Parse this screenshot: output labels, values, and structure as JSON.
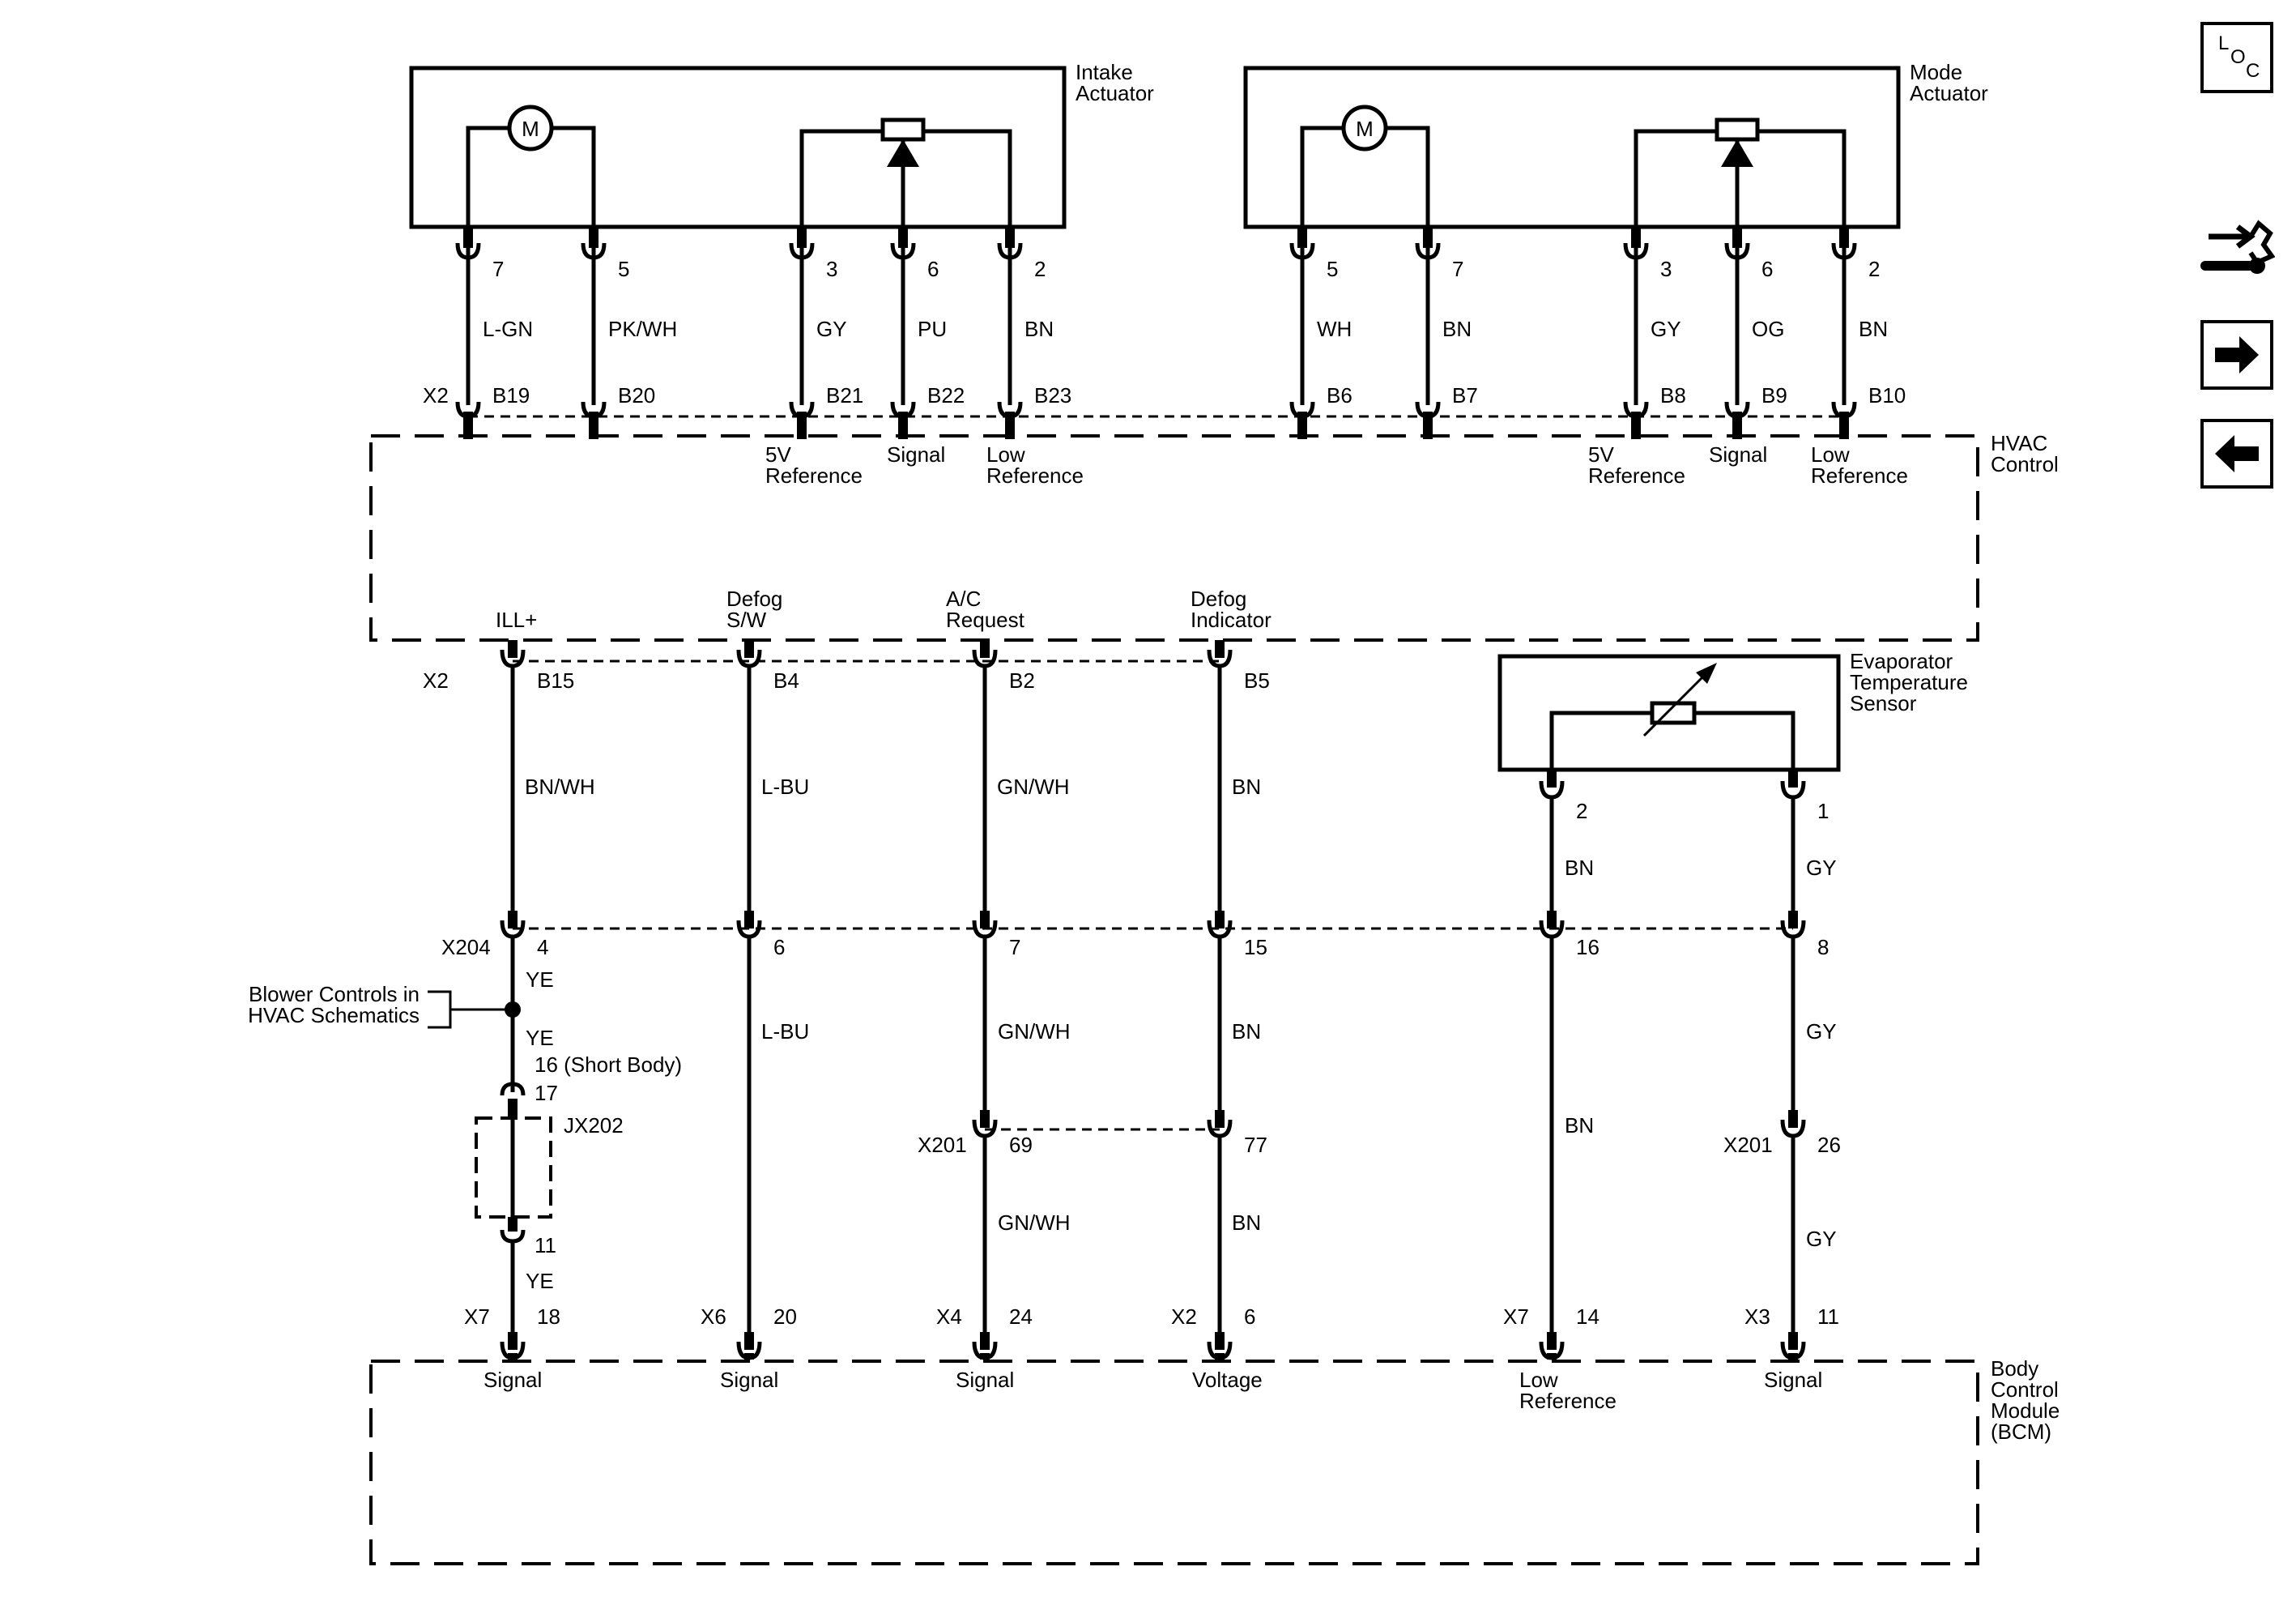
{
  "components": {
    "intake_actuator": "Intake\nActuator",
    "mode_actuator": "Mode\nActuator",
    "hvac_control": "HVAC\nControl",
    "evap_sensor": "Evaporator\nTemperature\nSensor",
    "bcm": "Body\nControl\nModule\n(BCM)",
    "motor_symbol": "M"
  },
  "intake_pins": [
    "7",
    "5",
    "3",
    "6",
    "2"
  ],
  "intake_wires": [
    "L-GN",
    "PK/WH",
    "GY",
    "PU",
    "BN"
  ],
  "intake_hvac_pins": [
    "B19",
    "B20",
    "B21",
    "B22",
    "B23"
  ],
  "mode_pins": [
    "5",
    "7",
    "3",
    "6",
    "2"
  ],
  "mode_wires": [
    "WH",
    "BN",
    "GY",
    "OG",
    "BN"
  ],
  "mode_hvac_pins": [
    "B6",
    "B7",
    "B8",
    "B9",
    "B10"
  ],
  "hvac_top_connector": "X2",
  "hvac_top_labels": [
    "5V\nReference",
    "Signal",
    "Low\nReference",
    "5V\nReference",
    "Signal",
    "Low\nReference"
  ],
  "hvac_bottom_labels": [
    "ILL+",
    "Defog\nS/W",
    "A/C\nRequest",
    "Defog\nIndicator"
  ],
  "hvac_bottom_connector": "X2",
  "hvac_bottom_pins": [
    "B15",
    "B4",
    "B2",
    "B5"
  ],
  "upper_wires": [
    "BN/WH",
    "L-BU",
    "GN/WH",
    "BN"
  ],
  "sensor_pins": [
    "2",
    "1"
  ],
  "sensor_wires": [
    "BN",
    "GY"
  ],
  "x204": {
    "name": "X204",
    "pins": [
      "4",
      "6",
      "7",
      "15",
      "16",
      "8"
    ]
  },
  "mid_wires": [
    "YE",
    "L-BU",
    "GN/WH",
    "BN",
    "BN",
    "GY"
  ],
  "splice_wire": "YE",
  "blower_note": "Blower Controls in\nHVAC Schematics",
  "short_body": "16 (Short Body)",
  "jx202": {
    "name": "JX202",
    "pins": [
      "17",
      "11"
    ]
  },
  "ye_lower": "YE",
  "x201_left": {
    "name": "X201",
    "pins": [
      "69",
      "77"
    ]
  },
  "x201_right": {
    "name": "X201",
    "pin": "26"
  },
  "lower_wires": [
    "GN/WH",
    "BN",
    "GY"
  ],
  "bcm_connectors": [
    {
      "conn": "X7",
      "pin": "18",
      "label": "Signal"
    },
    {
      "conn": "X6",
      "pin": "20",
      "label": "Signal"
    },
    {
      "conn": "X4",
      "pin": "24",
      "label": "Signal"
    },
    {
      "conn": "X2",
      "pin": "6",
      "label": "Voltage"
    },
    {
      "conn": "X7",
      "pin": "14",
      "label": "Low\nReference"
    },
    {
      "conn": "X3",
      "pin": "11",
      "label": "Signal"
    }
  ],
  "side_icons": [
    "loc-icon",
    "service-tool-icon",
    "next-arrow-icon",
    "previous-arrow-icon"
  ],
  "loc_letters": [
    "L",
    "O",
    "C"
  ]
}
